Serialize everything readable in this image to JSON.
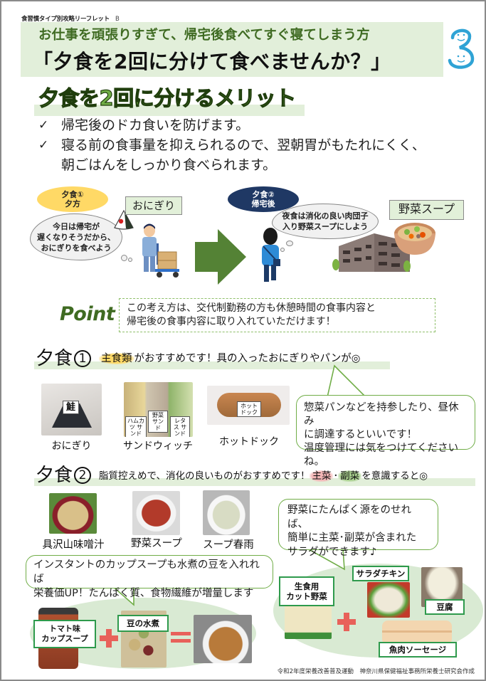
{
  "header": {
    "doc_label": "食習慣タイプ別攻略リーフレット",
    "doc_variant": "B",
    "subtitle": "お仕事を頑張りすぎて、帰宅後食べてすぐ寝てしまう方",
    "title": "「夕食を2回に分けて食べませんか？」",
    "type_number": "3",
    "accent_blue": "#2fa3d5",
    "band_color": "#e2efda"
  },
  "merit": {
    "title": "夕食を2回に分けるメリット",
    "check_glyph": "✓",
    "bullets": [
      {
        "line1": "帰宅後のドカ食いを防げます。",
        "line2": ""
      },
      {
        "line1": "寝る前の食事量を抑えられるので、翌朝胃がもたれにくく、",
        "line2": "朝ごはんをしっかり食べられます。"
      }
    ]
  },
  "scenario": {
    "meal1": {
      "label_line1": "夕食①",
      "label_line2": "夕方",
      "thought_line1": "今日は帰宅が",
      "thought_line2": "遅くなりそうだから、",
      "thought_line3": "おにぎりを食べよう",
      "food_tag": "おにぎり"
    },
    "meal2": {
      "label_line1": "夕食②",
      "label_line2": "帰宅後",
      "thought_line1": "夜食は消化の良い肉団子",
      "thought_line2": "入り野菜スープにしよう",
      "food_tag": "野菜スープ"
    },
    "arrow_color": "#548235"
  },
  "point": {
    "label": "Point",
    "line1": "この考え方は、交代制勤務の方も休憩時間の食事内容と",
    "line2": "帰宅後の食事内容に取り入れていただけます！"
  },
  "section1": {
    "title_prefix": "夕食",
    "title_num": "1",
    "desc_highlight": "主食類",
    "desc_rest": "がおすすめです！具の入ったおにぎりやパンが◎",
    "items": [
      {
        "label": "おにぎり",
        "photo_tag": "鮭"
      },
      {
        "label": "サンドウィッチ",
        "photo_tags": [
          "ハムカツ サンド",
          "野菜 サンド",
          "レタス サンド"
        ]
      },
      {
        "label": "ホットドック",
        "photo_tag": "ホット ドック"
      }
    ],
    "speech_line1": "惣菜パンなどを持参したり、昼休み",
    "speech_line2": "に調達するといいです！",
    "speech_line3": "温度管理には気をつけてくださいね。"
  },
  "section2": {
    "title_prefix": "夕食",
    "title_num": "2",
    "desc_start": "脂質控えめで、消化の良いものがおすすめです！",
    "desc_hl1": "主菜",
    "desc_sep": "･",
    "desc_hl2": "副菜",
    "desc_end": "を意識すると◎",
    "items": [
      {
        "label": "具沢山味噌汁"
      },
      {
        "label": "野菜スープ"
      },
      {
        "label": "スープ春雨"
      }
    ],
    "salad_speech_line1": "野菜にたんぱく源をのせれば、",
    "salad_speech_line2": "簡単に主菜･副菜が含まれた",
    "salad_speech_line3": "サラダができます♪",
    "cup_speech_line1": "インスタントのカップスープも水煮の豆を入れれば",
    "cup_speech_line2": "栄養価UP！たんぱく質、食物繊維が増量します",
    "cup_combo": {
      "item1_line1": "トマト味",
      "item1_line2": "カップスープ",
      "item2": "豆の水煮"
    },
    "salad_combo": {
      "veg_line1": "生食用",
      "veg_line2": "カット野菜",
      "protein1": "サラダチキン",
      "protein2": "豆腐",
      "protein3": "魚肉ソーセージ"
    }
  },
  "footer": {
    "credit": "令和2年度栄養改善普及運動　神奈川県保健福祉事務所栄養士研究会作成"
  }
}
